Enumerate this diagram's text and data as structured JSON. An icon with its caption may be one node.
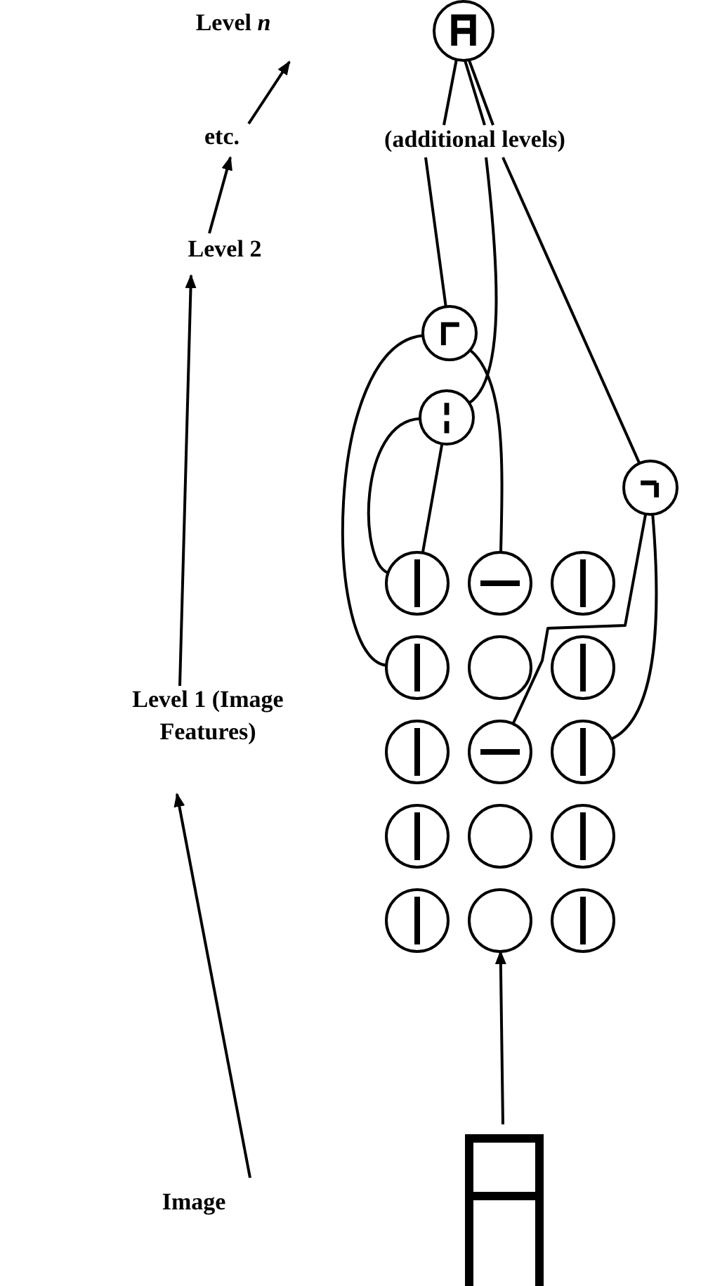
{
  "diagram": {
    "nodes": [
      {
        "text": [
          "Level *n*"
        ]
      },
      {
        "text": [
          "etc."
        ]
      },
      {
        "text": [
          "Level 2"
        ]
      },
      {
        "text": [
          "Level 1 (Image Features)"
        ]
      },
      {
        "text": [
          "Image"
        ]
      },
      {
        "text": [],
        "shape": "circle"
      },
      {
        "text": [
          "(additional levels)"
        ]
      },
      {
        "text": [],
        "shape": "circle"
      },
      {
        "text": [],
        "shape": "circle"
      },
      {
        "text": [],
        "shape": "circle"
      },
      {
        "text": [],
        "shape": "circle"
      },
      {
        "text": [],
        "shape": "circle"
      },
      {
        "text": [],
        "shape": "circle"
      },
      {
        "text": [],
        "shape": "circle"
      },
      {
        "text": [],
        "shape": "circle"
      },
      {
        "text": [],
        "shape": "circle"
      },
      {
        "text": [],
        "shape": "circle"
      },
      {
        "text": [],
        "shape": "circle"
      },
      {
        "text": [],
        "shape": "circle"
      },
      {
        "text": [],
        "shape": "circle"
      },
      {
        "text": [],
        "shape": "circle"
      },
      {
        "text": [],
        "shape": "circle"
      },
      {
        "text": [],
        "shape": "circle"
      },
      {
        "text": [],
        "shape": "circle"
      },
      {
        "text": [],
        "shape": "circle"
      },
      {
        "text": [],
        "shape": "box"
      }
    ],
    "edges": [
      {
        "from": 4,
        "to": 3,
        "arrow": "to"
      },
      {
        "from": 3,
        "to": 2,
        "arrow": "to"
      },
      {
        "from": 2,
        "to": 1,
        "arrow": "to"
      },
      {
        "from": 1,
        "to": 0,
        "arrow": "to"
      },
      {
        "from": 25,
        "to": 23,
        "arrow": "to"
      },
      {
        "from": 6,
        "to": 5,
        "arrow": "none"
      },
      {
        "from": 6,
        "to": 5,
        "arrow": "none"
      },
      {
        "from": 6,
        "to": 5,
        "arrow": "none"
      },
      {
        "from": 7,
        "to": 6,
        "arrow": "none"
      },
      {
        "from": 8,
        "to": 6,
        "arrow": "none"
      },
      {
        "from": 9,
        "to": 6,
        "arrow": "none"
      },
      {
        "from": 10,
        "to": 8,
        "arrow": "none"
      },
      {
        "from": 10,
        "to": 8,
        "arrow": "none"
      },
      {
        "from": 11,
        "to": 7,
        "arrow": "none"
      },
      {
        "from": 13,
        "to": 7,
        "arrow": "none"
      },
      {
        "from": 17,
        "to": 9,
        "arrow": "none"
      },
      {
        "from": 18,
        "to": 9,
        "arrow": "none"
      }
    ]
  }
}
